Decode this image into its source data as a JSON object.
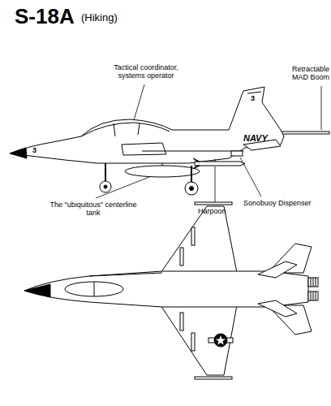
{
  "diagram": {
    "title": "S-18A",
    "labels": [
      "(Hiking)",
      "Tactical coordinator, systems operator",
      "Retractable MAD Boom",
      "The \"ubiquitous\" centerline tank",
      "Harpoon",
      "Sonobuoy Dispenser",
      "NAVY",
      "3",
      "3"
    ]
  }
}
